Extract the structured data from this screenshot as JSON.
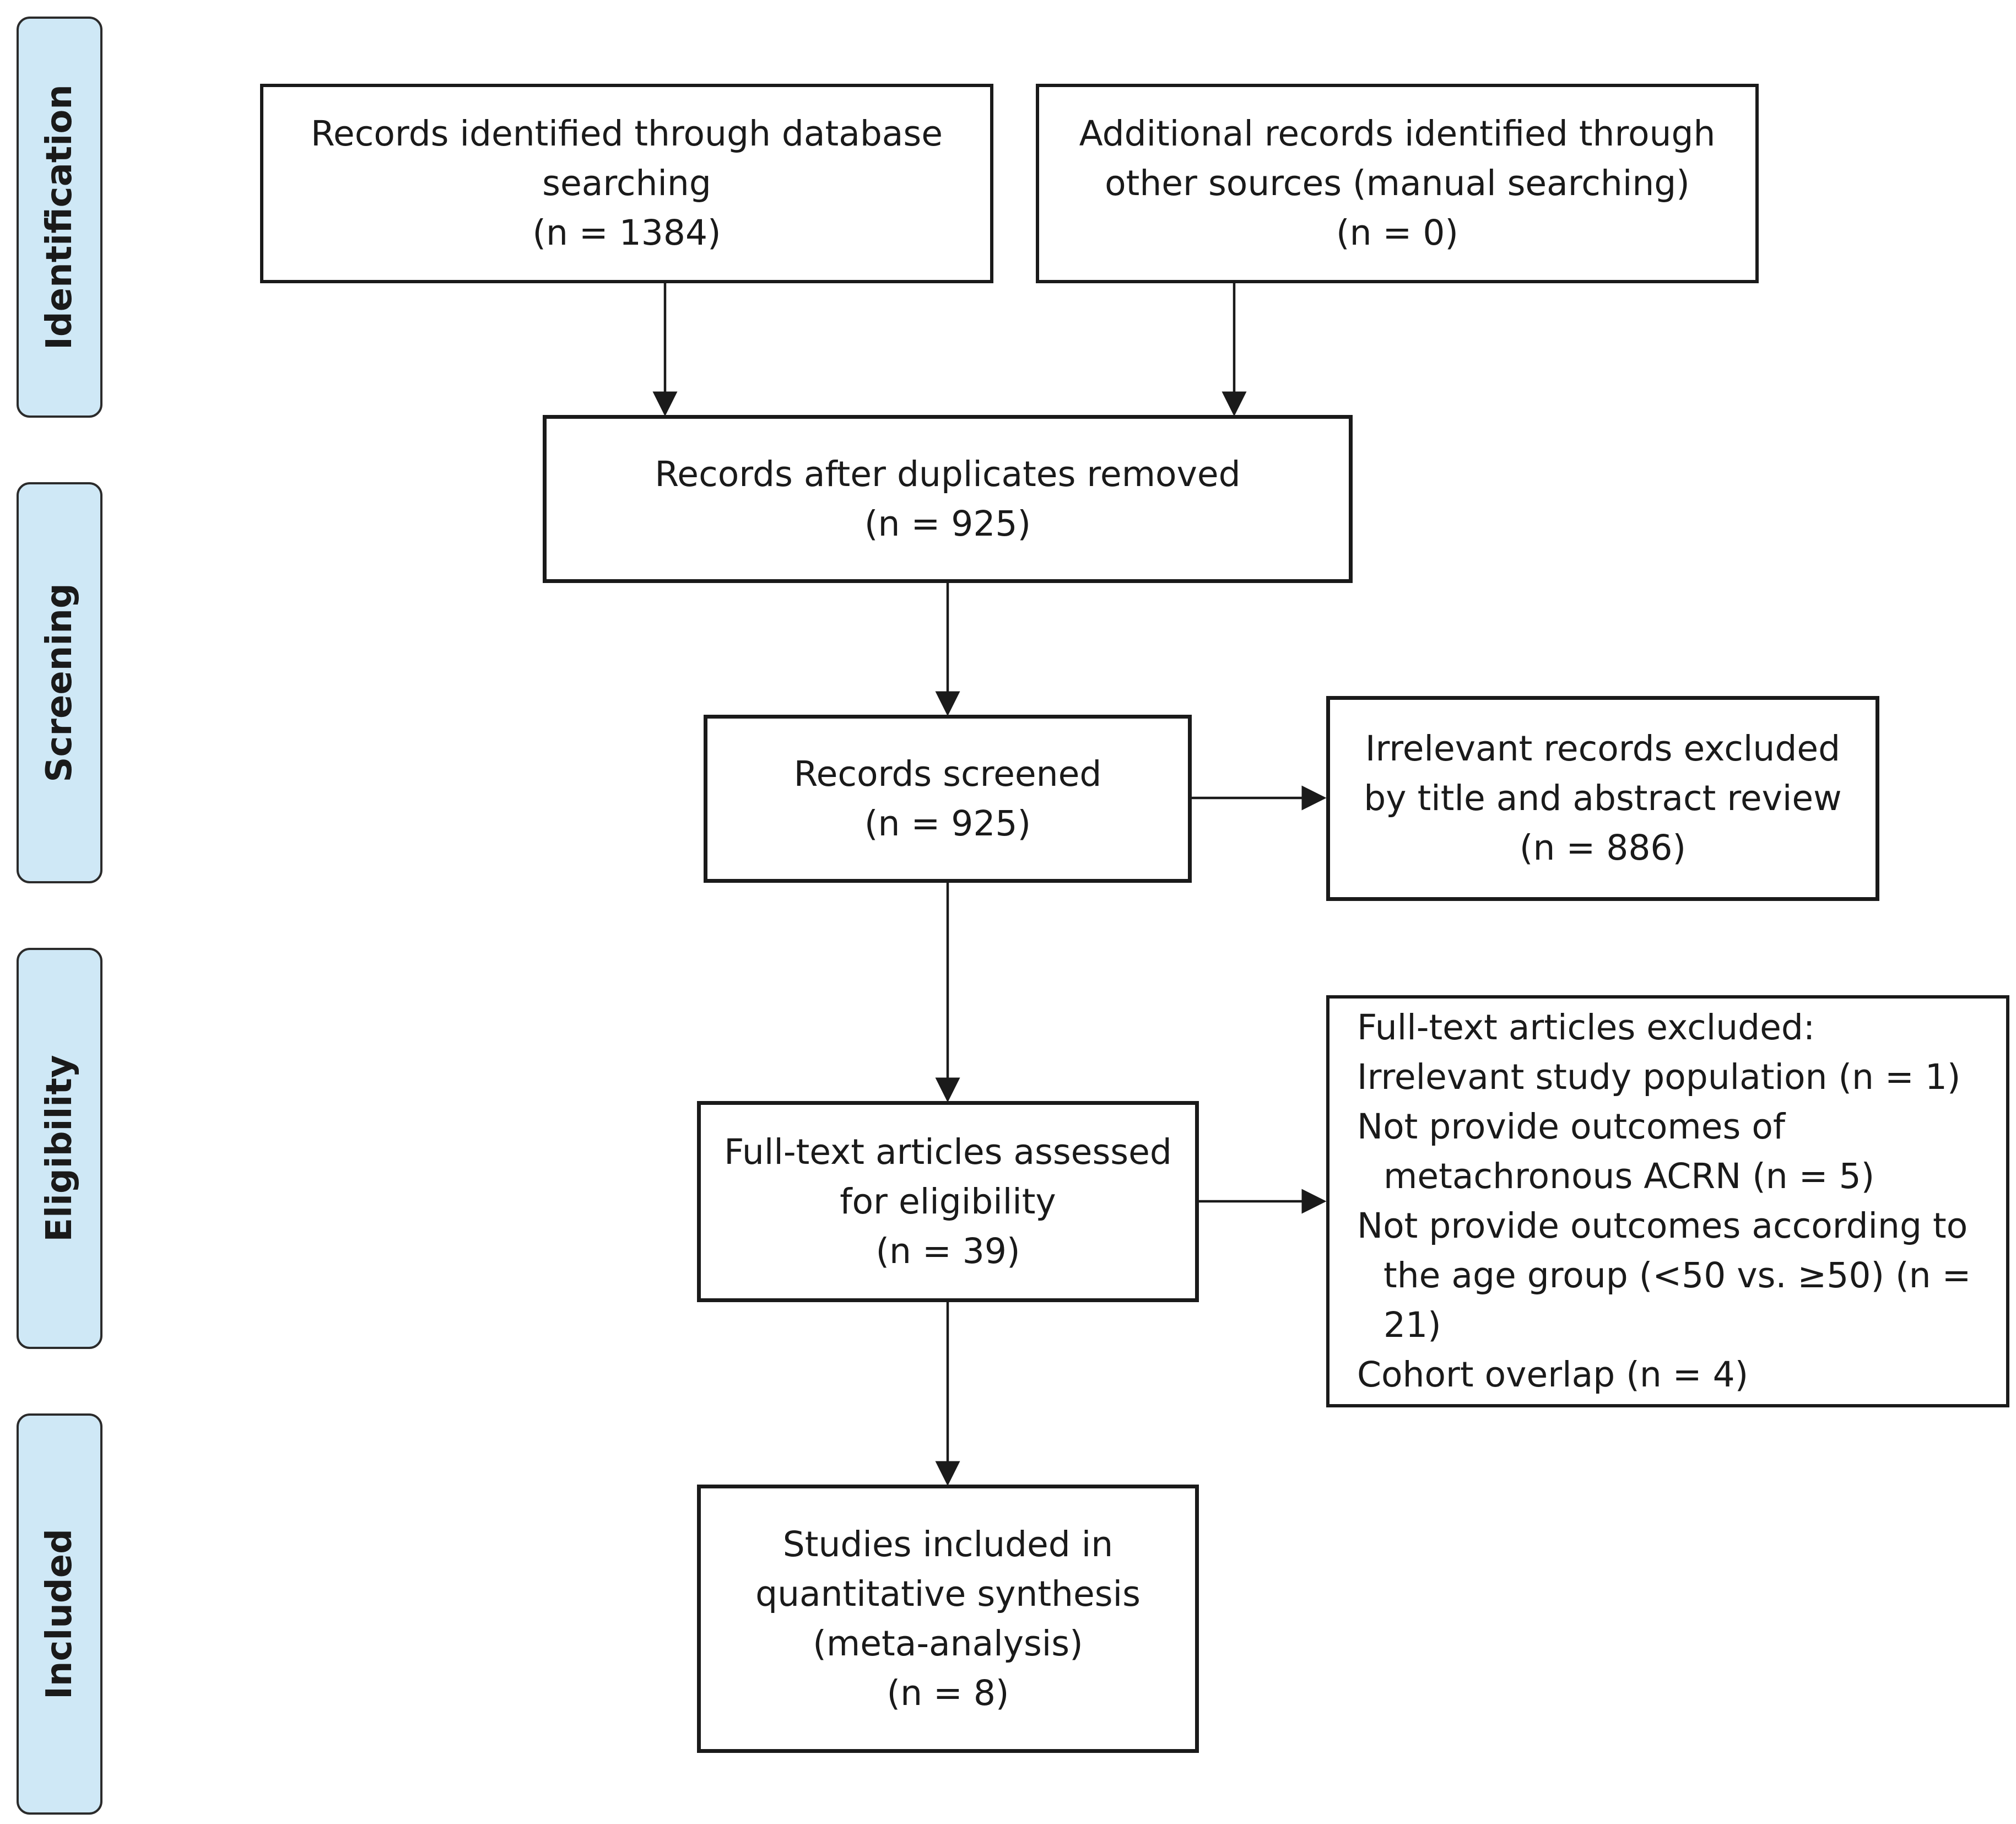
{
  "phases": {
    "identification": "Identification",
    "screening": "Screening",
    "eligibility": "Eligibility",
    "included": "Included"
  },
  "boxes": {
    "database": {
      "line1": "Records identified through database",
      "line2": "searching",
      "count": "(n = 1384)"
    },
    "other_sources": {
      "line1": "Additional records identified through",
      "line2": "other sources (manual searching)",
      "count": "(n = 0)"
    },
    "after_duplicates": {
      "line1": "Records after duplicates removed",
      "count": "(n = 925)"
    },
    "screened": {
      "line1": "Records screened",
      "count": "(n = 925)"
    },
    "excluded_title": {
      "line1": "Irrelevant records excluded",
      "line2": "by title and abstract review",
      "count": "(n = 886)"
    },
    "fulltext": {
      "line1": "Full-text articles assessed",
      "line2": "for eligibility",
      "count": "(n = 39)"
    },
    "fulltext_excluded": {
      "heading": "Full-text articles excluded:",
      "reason1": "Irrelevant study population (n = 1)",
      "reason2_line1": "Not provide outcomes of",
      "reason2_line2": "metachronous ACRN (n = 5)",
      "reason3_line1": "Not provide outcomes according to",
      "reason3_line2": "the age group (<50 vs. ≥50) (n = 21)",
      "reason4": "Cohort overlap (n = 4)"
    },
    "included": {
      "line1": "Studies included in",
      "line2": "quantitative synthesis",
      "line3": "(meta-analysis)",
      "count": "(n = 8)"
    }
  }
}
